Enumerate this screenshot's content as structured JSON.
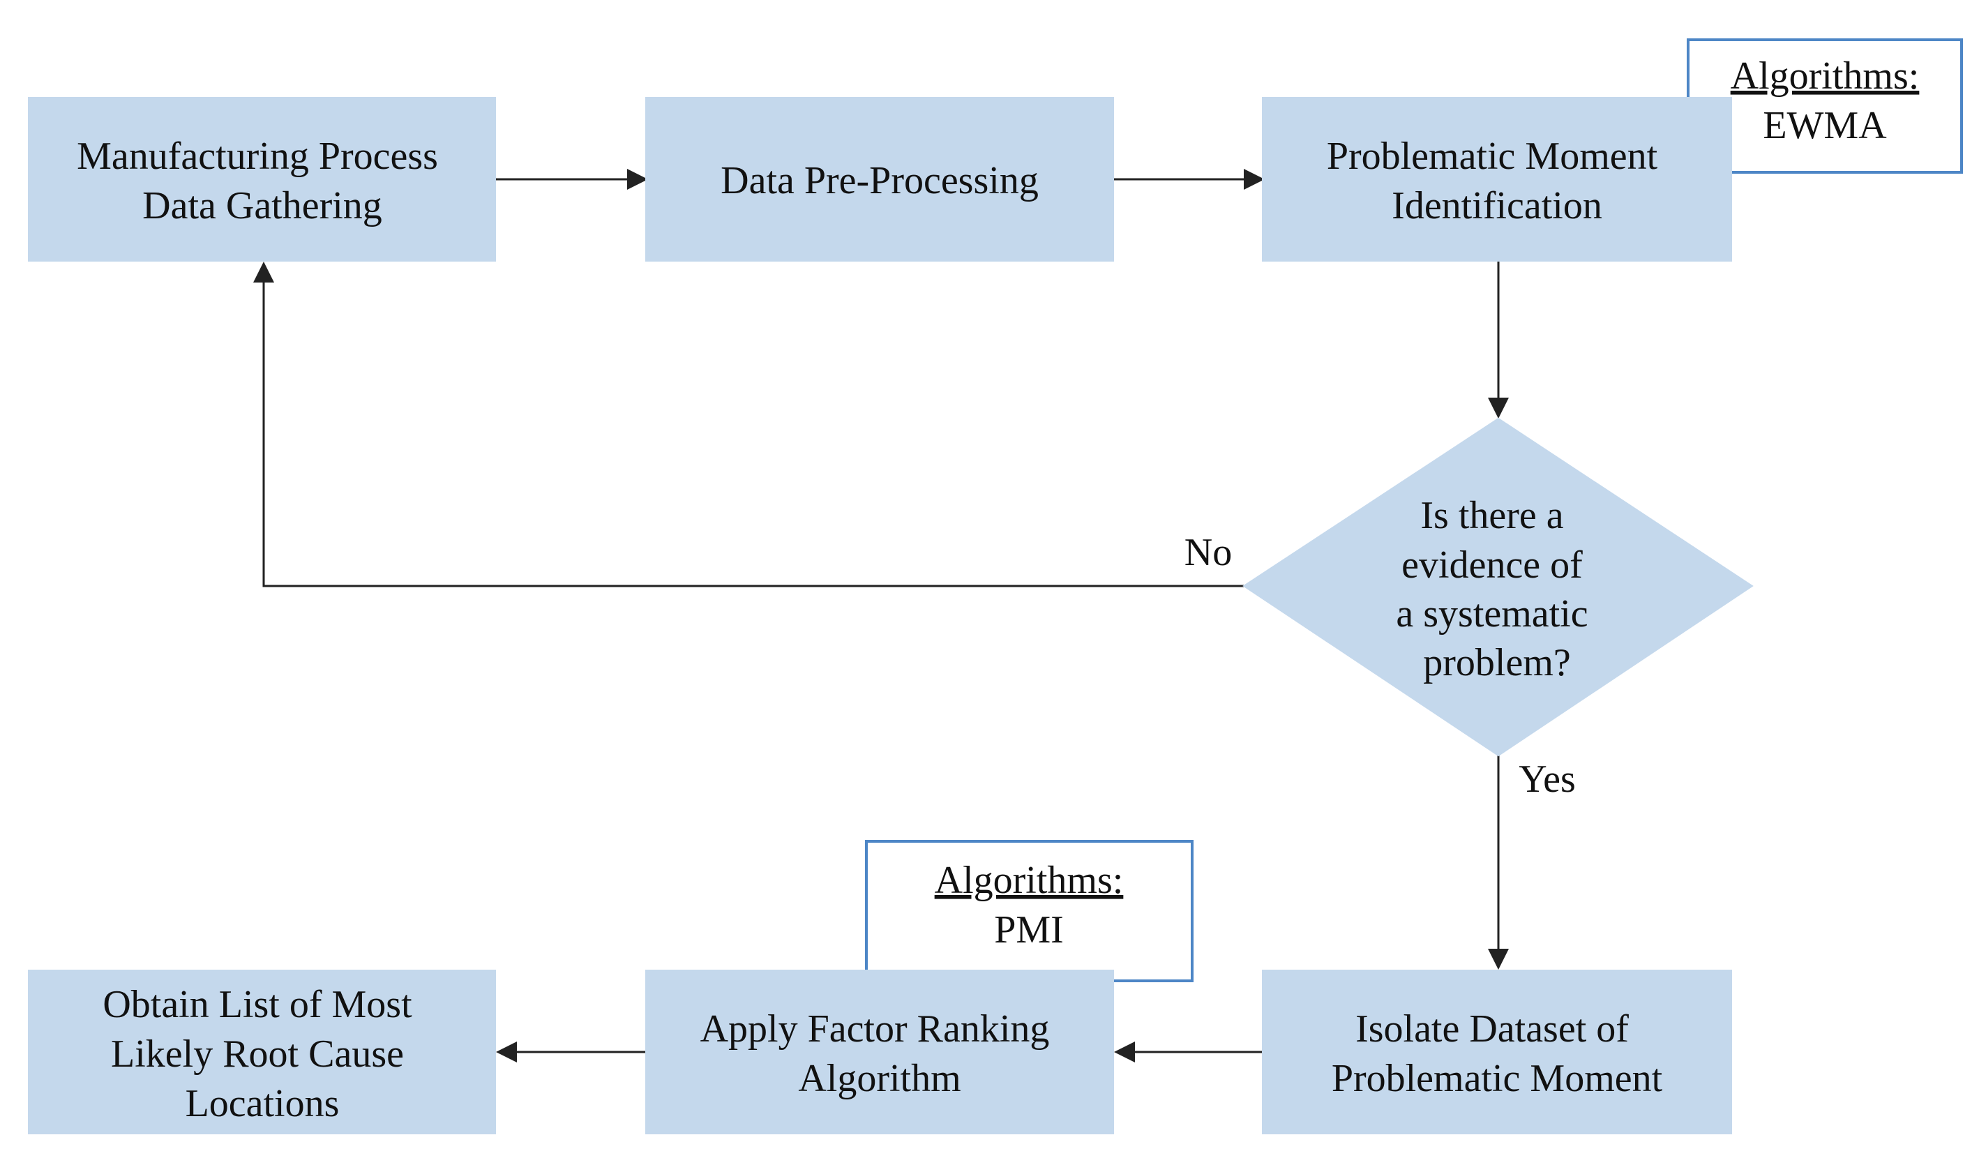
{
  "colors": {
    "box_fill": "#c4d8ec",
    "box_stroke": "#c4d8ec",
    "algo_stroke": "#4d86c6",
    "line": "#222222",
    "text": "#111111"
  },
  "nodes": {
    "gather": {
      "lines": [
        "Manufacturing Process",
        "Data Gathering"
      ]
    },
    "preprocess": {
      "lines": [
        "Data Pre-Processing"
      ]
    },
    "identify": {
      "lines": [
        "Problematic Moment",
        "Identification"
      ]
    },
    "decision": {
      "lines": [
        "Is there a",
        "evidence of",
        "a systematic",
        "problem?"
      ]
    },
    "isolate": {
      "lines": [
        "Isolate Dataset of",
        "Problematic Moment"
      ]
    },
    "rank": {
      "lines": [
        "Apply Factor Ranking",
        "Algorithm"
      ]
    },
    "obtain": {
      "lines": [
        "Obtain List of Most",
        "Likely Root Cause",
        "Locations"
      ]
    }
  },
  "algorithms": {
    "ewma": {
      "heading": "Algorithms:",
      "value": "EWMA"
    },
    "pmi": {
      "heading": "Algorithms:",
      "value": "PMI"
    }
  },
  "edge_labels": {
    "no": "No",
    "yes": "Yes"
  }
}
